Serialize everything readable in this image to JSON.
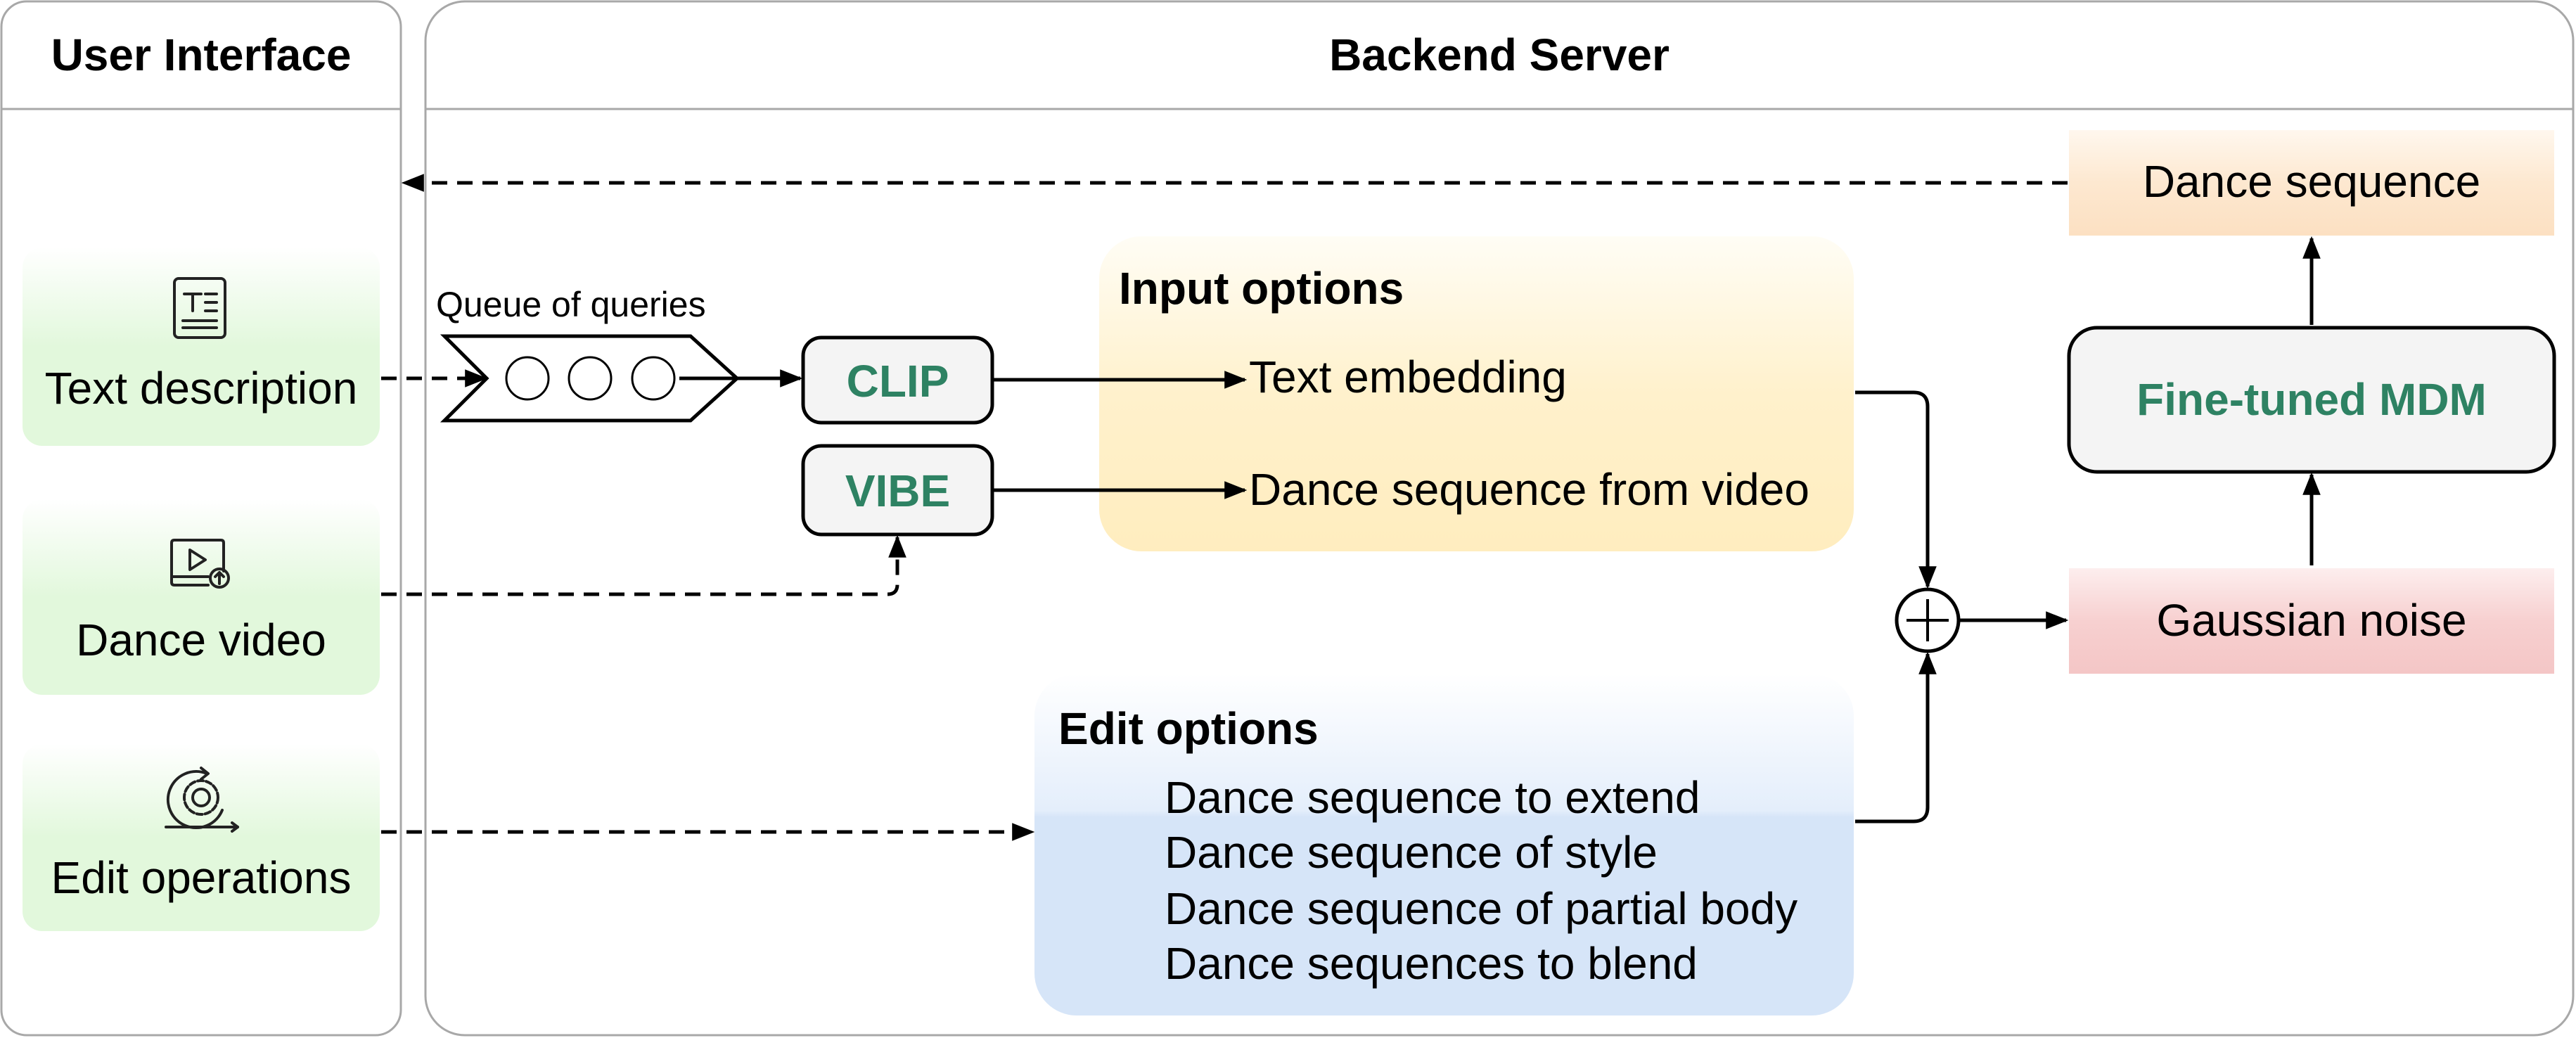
{
  "panels": {
    "user_interface": "User Interface",
    "backend_server": "Backend Server"
  },
  "ui_items": [
    {
      "label": "Text description",
      "icon": "text-document-icon"
    },
    {
      "label": "Dance video",
      "icon": "video-upload-icon"
    },
    {
      "label": "Edit operations",
      "icon": "gear-cycle-icon"
    }
  ],
  "queue": {
    "label": "Queue of queries"
  },
  "encoders": {
    "clip": "CLIP",
    "vibe": "VIBE"
  },
  "input_options": {
    "title": "Input options",
    "items": [
      "Text embedding",
      "Dance sequence from video"
    ]
  },
  "edit_options": {
    "title": "Edit options",
    "items": [
      "Dance sequence to extend",
      "Dance sequence of style",
      "Dance sequence of partial body",
      "Dance sequences to blend"
    ]
  },
  "model": {
    "label": "Fine-tuned MDM"
  },
  "output": {
    "label": "Dance sequence"
  },
  "noise": {
    "label": "Gaussian noise"
  },
  "colors": {
    "green_text": "#2e8263",
    "ui_item_fill": "#e8f9e4",
    "input_options_fill": "#fff0c8",
    "edit_options_fill": "#d8e6f8",
    "output_fill": "#fce6cc",
    "noise_fill": "#f6cccc"
  }
}
